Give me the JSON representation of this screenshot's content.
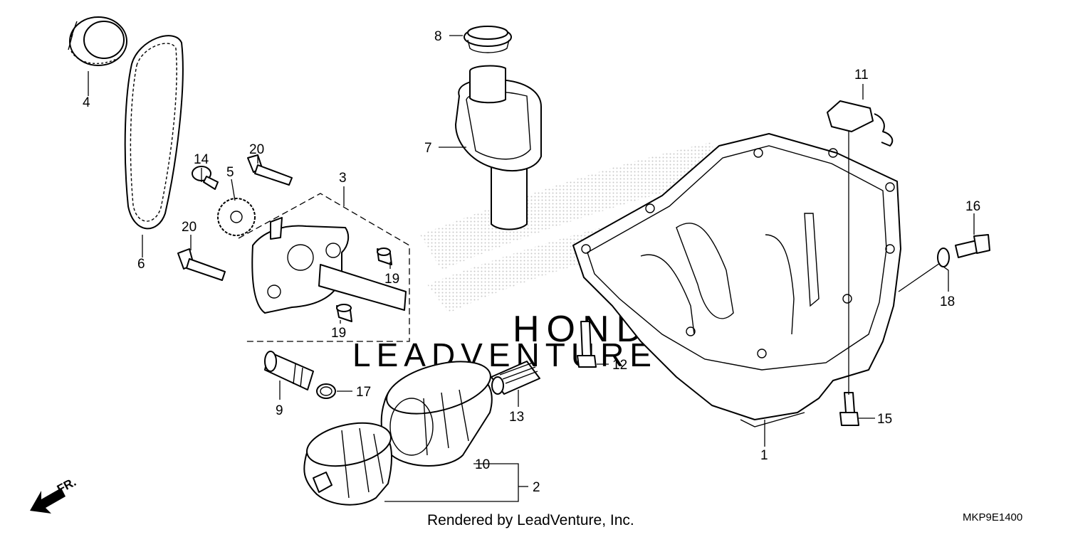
{
  "watermark": {
    "line1": "HONDA",
    "line2": "LEADVENTURE"
  },
  "callouts": [
    {
      "id": "c1",
      "text": "1"
    },
    {
      "id": "c2",
      "text": "2"
    },
    {
      "id": "c3",
      "text": "3"
    },
    {
      "id": "c4",
      "text": "4"
    },
    {
      "id": "c5",
      "text": "5"
    },
    {
      "id": "c6",
      "text": "6"
    },
    {
      "id": "c7",
      "text": "7"
    },
    {
      "id": "c8",
      "text": "8"
    },
    {
      "id": "c9",
      "text": "9"
    },
    {
      "id": "c10",
      "text": "10"
    },
    {
      "id": "c11",
      "text": "11"
    },
    {
      "id": "c12",
      "text": "12"
    },
    {
      "id": "c13",
      "text": "13"
    },
    {
      "id": "c14",
      "text": "14"
    },
    {
      "id": "c15",
      "text": "15"
    },
    {
      "id": "c16",
      "text": "16"
    },
    {
      "id": "c17",
      "text": "17"
    },
    {
      "id": "c18",
      "text": "18"
    },
    {
      "id": "c19a",
      "text": "19"
    },
    {
      "id": "c19b",
      "text": "19"
    },
    {
      "id": "c20a",
      "text": "20"
    },
    {
      "id": "c20b",
      "text": "20"
    }
  ],
  "direction": {
    "label": "FR."
  },
  "footer": {
    "credit": "Rendered by LeadVenture, Inc.",
    "code": "MKP9E1400"
  },
  "colors": {
    "ink": "#000000",
    "paper": "#ffffff",
    "watermark": "#d4d4d4"
  }
}
